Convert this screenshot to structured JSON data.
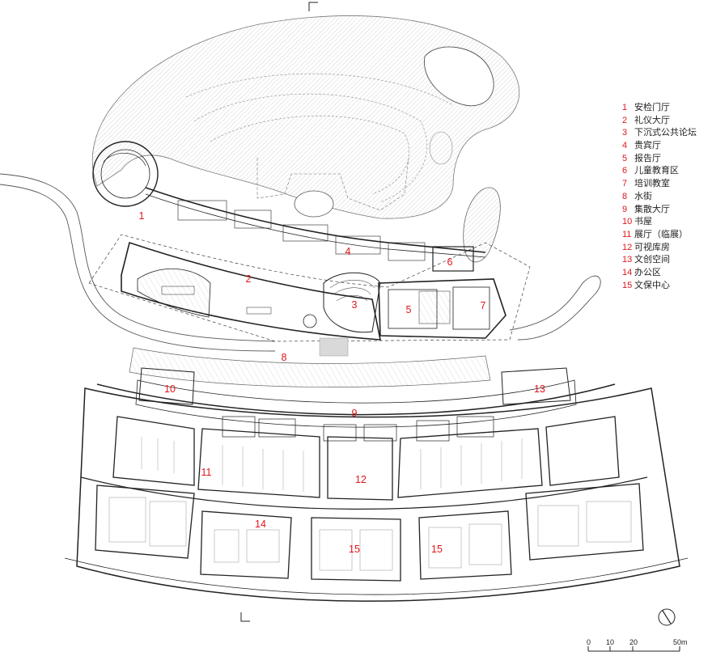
{
  "legend": [
    {
      "num": "1",
      "label": "安检门厅"
    },
    {
      "num": "2",
      "label": "礼仪大厅"
    },
    {
      "num": "3",
      "label": "下沉式公共论坛"
    },
    {
      "num": "4",
      "label": "贵宾厅"
    },
    {
      "num": "5",
      "label": "报告厅"
    },
    {
      "num": "6",
      "label": "儿童教育区"
    },
    {
      "num": "7",
      "label": "培训教室"
    },
    {
      "num": "8",
      "label": "水街"
    },
    {
      "num": "9",
      "label": "集散大厅"
    },
    {
      "num": "10",
      "label": "书屋"
    },
    {
      "num": "11",
      "label": "展厅（临展）"
    },
    {
      "num": "12",
      "label": "可视库房"
    },
    {
      "num": "13",
      "label": "文创空间"
    },
    {
      "num": "14",
      "label": "办公区"
    },
    {
      "num": "15",
      "label": "文保中心"
    }
  ],
  "room_labels": [
    "1",
    "2",
    "3",
    "4",
    "5",
    "6",
    "7",
    "8",
    "9",
    "10",
    "11",
    "12",
    "13",
    "14",
    "15",
    "15"
  ],
  "scale_bar": {
    "ticks": [
      "0",
      "10",
      "20",
      "50m"
    ]
  },
  "colors": {
    "label_red": "#e0161b",
    "line": "#222222",
    "hatch": "#9a9a9a"
  }
}
